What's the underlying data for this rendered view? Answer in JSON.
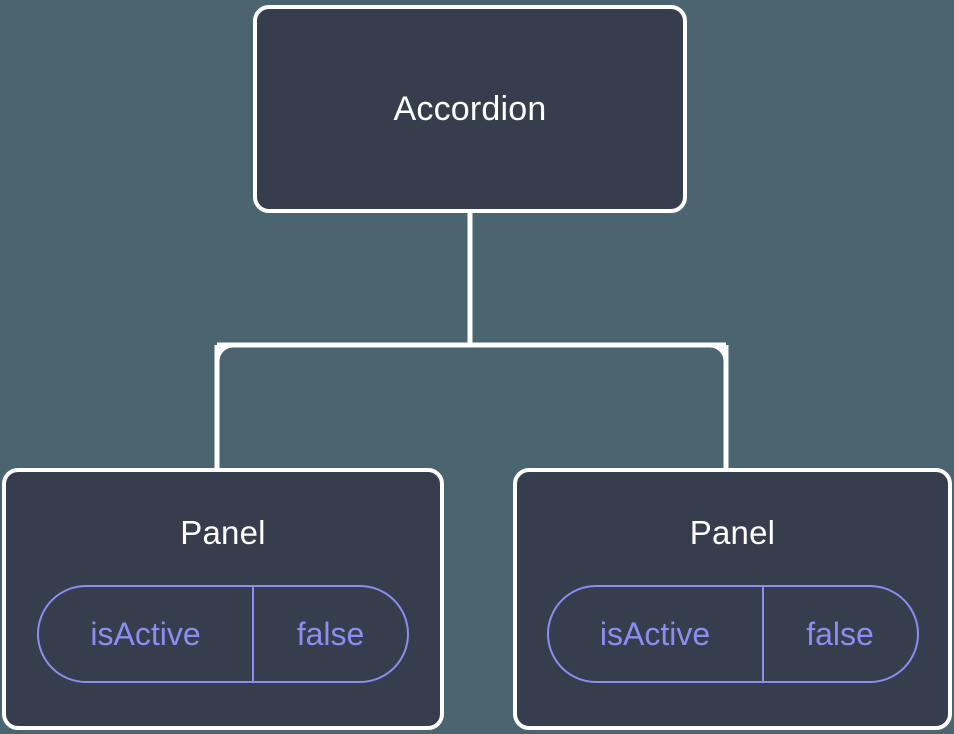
{
  "diagram": {
    "type": "component-tree",
    "background_color": "#4a6570",
    "node_fill_color": "#363d4d",
    "node_border_color": "#ffffff",
    "edge_color": "#ffffff",
    "accent_color": "#8b8ef0",
    "root": {
      "label": "Accordion"
    },
    "children": [
      {
        "label": "Panel",
        "props": [
          {
            "key": "isActive",
            "value": "false"
          }
        ]
      },
      {
        "label": "Panel",
        "props": [
          {
            "key": "isActive",
            "value": "false"
          }
        ]
      }
    ]
  }
}
